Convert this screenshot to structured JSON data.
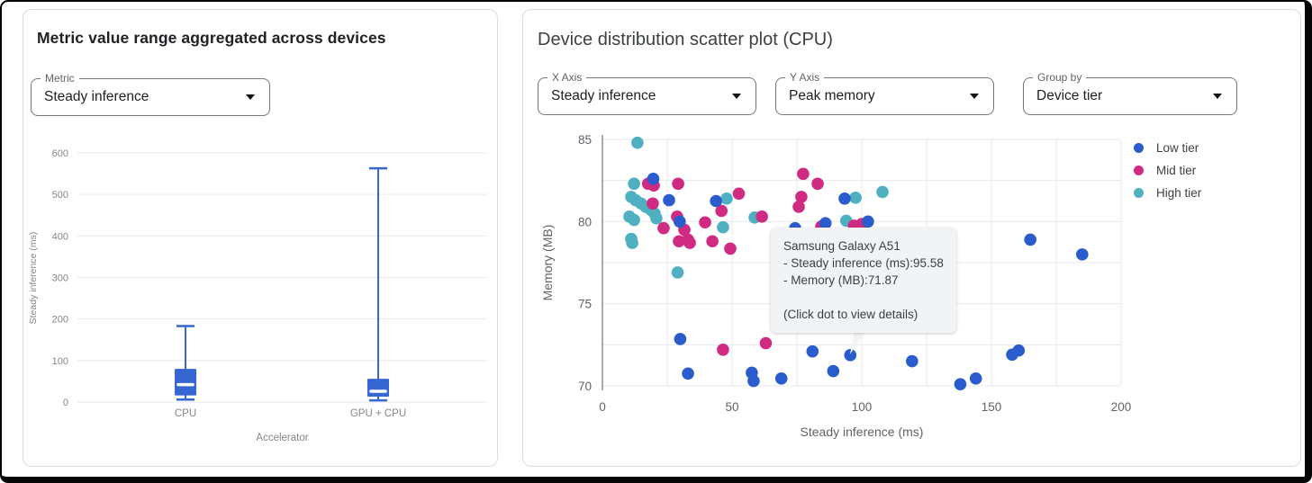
{
  "left_panel": {
    "title": "Metric value range aggregated across devices",
    "metric_select": {
      "label": "Metric",
      "value": "Steady inference"
    }
  },
  "right_panel": {
    "title": "Device distribution scatter plot (CPU)",
    "selects": [
      {
        "label": "X Axis",
        "value": "Steady inference"
      },
      {
        "label": "Y Axis",
        "value": "Peak memory"
      },
      {
        "label": "Group by",
        "value": "Device tier"
      }
    ]
  },
  "chart_data": [
    {
      "type": "box",
      "panel": "left",
      "categories": [
        "CPU",
        "GPU + CPU"
      ],
      "values": [
        {
          "min": 6,
          "q1": 16,
          "median": 42,
          "q3": 80,
          "max": 183
        },
        {
          "min": 4,
          "q1": 13,
          "median": 26,
          "q3": 56,
          "max": 563
        }
      ],
      "xlabel": "Accelerator",
      "ylabel": "Steady inference (ms)",
      "ylim": [
        0,
        600
      ],
      "yticks": [
        0,
        100,
        200,
        300,
        400,
        500,
        600
      ],
      "grid": true,
      "box_color": "#3566d2"
    },
    {
      "type": "scatter",
      "panel": "right",
      "xlabel": "Steady inference (ms)",
      "ylabel": "Memory (MB)",
      "xlim": [
        0,
        200
      ],
      "ylim": [
        70,
        85
      ],
      "xticks": [
        0,
        50,
        100,
        150,
        200
      ],
      "yticks": [
        70,
        75,
        80,
        85
      ],
      "x_minor_step": 25,
      "y_minor_step": 2.5,
      "grid": true,
      "legend_position": "right",
      "series": [
        {
          "name": "Low tier",
          "color": "#2b5ccd",
          "points": [
            [
              19.6,
              82.6
            ],
            [
              25.7,
              81.3
            ],
            [
              29.8,
              80.0
            ],
            [
              43.8,
              81.25
            ],
            [
              74.3,
              79.6
            ],
            [
              86,
              79.9
            ],
            [
              93.4,
              81.4
            ],
            [
              102.4,
              80.0
            ],
            [
              30,
              72.85
            ],
            [
              33,
              70.75
            ],
            [
              57.6,
              70.8
            ],
            [
              58.3,
              70.3
            ],
            [
              69,
              70.45
            ],
            [
              81,
              72.1
            ],
            [
              89,
              70.9
            ],
            [
              95.58,
              71.87
            ],
            [
              119.4,
              71.5
            ],
            [
              138,
              70.1
            ],
            [
              144,
              70.45
            ],
            [
              158,
              71.9
            ],
            [
              160.5,
              72.15
            ],
            [
              165,
              78.9
            ],
            [
              185,
              78.0
            ]
          ]
        },
        {
          "name": "Mid tier",
          "color": "#cf2b82",
          "points": [
            [
              17.6,
              82.3
            ],
            [
              19.8,
              82.2
            ],
            [
              29.2,
              82.3
            ],
            [
              19.4,
              81.1
            ],
            [
              23.6,
              79.6
            ],
            [
              28.8,
              80.3
            ],
            [
              31.6,
              79.5
            ],
            [
              33,
              78.9
            ],
            [
              29.5,
              78.8
            ],
            [
              33.7,
              78.7
            ],
            [
              39.6,
              79.95
            ],
            [
              42.4,
              78.8
            ],
            [
              45.9,
              80.65
            ],
            [
              46.5,
              72.2
            ],
            [
              52.6,
              81.7
            ],
            [
              49.3,
              78.35
            ],
            [
              61.5,
              80.3
            ],
            [
              63,
              72.6
            ],
            [
              75.7,
              80.9
            ],
            [
              76.7,
              81.5
            ],
            [
              77.4,
              82.9
            ],
            [
              83,
              82.3
            ],
            [
              84.4,
              79.7
            ],
            [
              97,
              79.75
            ],
            [
              100,
              79.85
            ]
          ]
        },
        {
          "name": "High tier",
          "color": "#4fb0c2",
          "points": [
            [
              13.5,
              84.8
            ],
            [
              12.2,
              82.3
            ],
            [
              11.1,
              81.5
            ],
            [
              12.8,
              81.3
            ],
            [
              14.9,
              81.1
            ],
            [
              16.7,
              80.9
            ],
            [
              18.8,
              80.7
            ],
            [
              20.1,
              80.5
            ],
            [
              10.4,
              80.3
            ],
            [
              12.2,
              80.1
            ],
            [
              20.8,
              80.2
            ],
            [
              11.1,
              78.95
            ],
            [
              11.5,
              78.7
            ],
            [
              29,
              76.9
            ],
            [
              47.9,
              81.4
            ],
            [
              46.5,
              79.65
            ],
            [
              58.7,
              80.25
            ],
            [
              94,
              80.05
            ],
            [
              97.6,
              81.45
            ],
            [
              108,
              81.8
            ]
          ]
        }
      ],
      "tooltip": {
        "title": "Samsung Galaxy A51",
        "lines": [
          "- Steady inference (ms):95.58",
          "- Memory (MB):71.87"
        ],
        "hint": "(Click dot to view details)",
        "anchor": {
          "x": 95.58,
          "y": 71.87
        }
      }
    }
  ]
}
